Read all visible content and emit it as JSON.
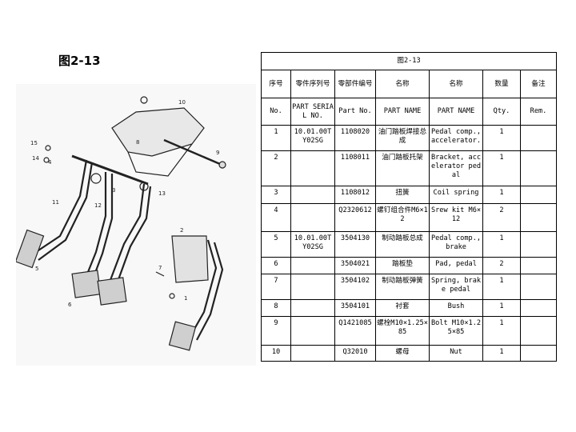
{
  "figure_label": "图2-13",
  "table": {
    "caption": "图2-13",
    "headers_cn": [
      "序号",
      "零件序列号",
      "零部件编号",
      "名称",
      "名称",
      "数量",
      "备注"
    ],
    "headers_en": [
      "No.",
      "PART SERIAL NO.",
      "Part No.",
      "PART NAME",
      "PART NAME",
      "Qty.",
      "Rem."
    ],
    "rows": [
      {
        "no": "1",
        "serial": "10.01.00T Y02SG",
        "part_no": "1108020",
        "name_cn": "油门踏板焊接总成",
        "name_en": "Pedal comp., accelerator.",
        "qty": "1",
        "rem": ""
      },
      {
        "no": "2",
        "serial": "",
        "part_no": "1108011",
        "name_cn": "油门踏板托架",
        "name_en": "Bracket, accelerator pedal",
        "qty": "1",
        "rem": ""
      },
      {
        "no": "3",
        "serial": "",
        "part_no": "1108012",
        "name_cn": "扭簧",
        "name_en": "Coil spring",
        "qty": "1",
        "rem": ""
      },
      {
        "no": "4",
        "serial": "",
        "part_no": "Q2320612",
        "name_cn": "螺钉组合件M6×12",
        "name_en": "Srew kit M6×12",
        "qty": "2",
        "rem": ""
      },
      {
        "no": "5",
        "serial": "10.01.00T Y02SG",
        "part_no": "3504130",
        "name_cn": "制动踏板总成",
        "name_en": "Pedal comp., brake",
        "qty": "1",
        "rem": ""
      },
      {
        "no": "6",
        "serial": "",
        "part_no": "3504021",
        "name_cn": "踏板垫",
        "name_en": "Pad, pedal",
        "qty": "2",
        "rem": ""
      },
      {
        "no": "7",
        "serial": "",
        "part_no": "3504102",
        "name_cn": "制动踏板弹簧",
        "name_en": "Spring, brake pedal",
        "qty": "1",
        "rem": ""
      },
      {
        "no": "8",
        "serial": "",
        "part_no": "3504101",
        "name_cn": "衬套",
        "name_en": "Bush",
        "qty": "1",
        "rem": ""
      },
      {
        "no": "9",
        "serial": "",
        "part_no": "Q1421085",
        "name_cn": "螺栓M10×1.25×85",
        "name_en": "Bolt M10×1.25×85",
        "qty": "1",
        "rem": ""
      },
      {
        "no": "10",
        "serial": "",
        "part_no": "Q32010",
        "name_cn": "螺母",
        "name_en": "Nut",
        "qty": "1",
        "rem": ""
      }
    ]
  },
  "drawing_callouts": [
    "1",
    "2",
    "3",
    "4",
    "5",
    "6",
    "7",
    "8",
    "9",
    "10",
    "11",
    "12",
    "13",
    "14",
    "15"
  ]
}
